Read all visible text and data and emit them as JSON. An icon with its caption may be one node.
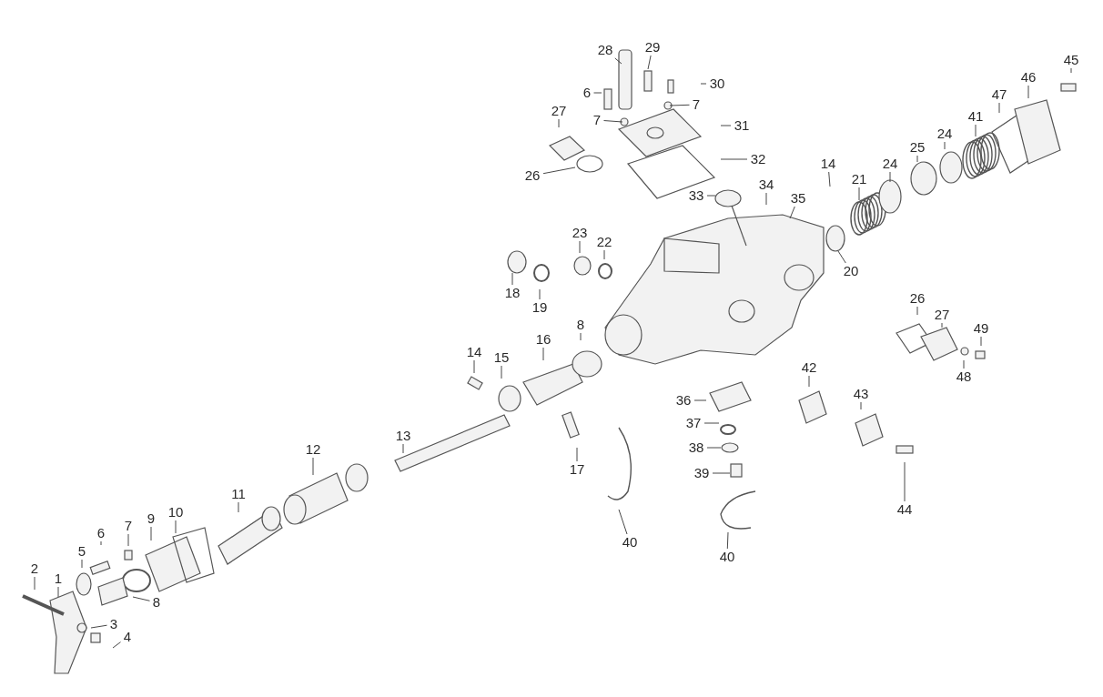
{
  "diagram": {
    "nodes": [
      {
        "text": [
          "28"
        ]
      },
      {
        "text": [
          "29"
        ]
      },
      {
        "text": [
          "30"
        ]
      },
      {
        "text": [
          "6"
        ]
      },
      {
        "text": [
          "7"
        ]
      },
      {
        "text": [
          "7"
        ]
      },
      {
        "text": [
          "27"
        ]
      },
      {
        "text": [
          "31"
        ]
      },
      {
        "text": [
          "26"
        ]
      },
      {
        "text": [
          "32"
        ]
      },
      {
        "text": [
          "45"
        ]
      },
      {
        "text": [
          "46"
        ]
      },
      {
        "text": [
          "47"
        ]
      },
      {
        "text": [
          "41"
        ]
      },
      {
        "text": [
          "24"
        ]
      },
      {
        "text": [
          "25"
        ]
      },
      {
        "text": [
          "24"
        ]
      },
      {
        "text": [
          "21"
        ]
      },
      {
        "text": [
          "14"
        ]
      },
      {
        "text": [
          "33"
        ]
      },
      {
        "text": [
          "34"
        ]
      },
      {
        "text": [
          "35"
        ]
      },
      {
        "text": [
          "20"
        ]
      },
      {
        "text": [
          "23"
        ]
      },
      {
        "text": [
          "22"
        ]
      },
      {
        "text": [
          "18"
        ]
      },
      {
        "text": [
          "19"
        ]
      },
      {
        "text": [
          "26"
        ]
      },
      {
        "text": [
          "27"
        ]
      },
      {
        "text": [
          "49"
        ]
      },
      {
        "text": [
          "48"
        ]
      },
      {
        "text": [
          "8"
        ]
      },
      {
        "text": [
          "14"
        ]
      },
      {
        "text": [
          "15"
        ]
      },
      {
        "text": [
          "16"
        ]
      },
      {
        "text": [
          "42"
        ]
      },
      {
        "text": [
          "43"
        ]
      },
      {
        "text": [
          "36"
        ]
      },
      {
        "text": [
          "37"
        ]
      },
      {
        "text": [
          "38"
        ]
      },
      {
        "text": [
          "39"
        ]
      },
      {
        "text": [
          "13"
        ]
      },
      {
        "text": [
          "17"
        ]
      },
      {
        "text": [
          "40"
        ]
      },
      {
        "text": [
          "40"
        ]
      },
      {
        "text": [
          "44"
        ]
      },
      {
        "text": [
          "12"
        ]
      },
      {
        "text": [
          "11"
        ]
      },
      {
        "text": [
          "10"
        ]
      },
      {
        "text": [
          "9"
        ]
      },
      {
        "text": [
          "7"
        ]
      },
      {
        "text": [
          "6"
        ]
      },
      {
        "text": [
          "5"
        ]
      },
      {
        "text": [
          "8"
        ]
      },
      {
        "text": [
          "2"
        ]
      },
      {
        "text": [
          "1"
        ]
      },
      {
        "text": [
          "3"
        ]
      },
      {
        "text": [
          "4"
        ]
      }
    ],
    "edges": [
      {
        "from": 0,
        "to": null,
        "arrow": "none"
      },
      {
        "from": 1,
        "to": null,
        "arrow": "none"
      },
      {
        "from": 2,
        "to": null,
        "arrow": "none"
      },
      {
        "from": 3,
        "to": null,
        "arrow": "none"
      },
      {
        "from": 4,
        "to": null,
        "arrow": "none"
      },
      {
        "from": 5,
        "to": null,
        "arrow": "none"
      },
      {
        "from": 6,
        "to": null,
        "arrow": "none"
      },
      {
        "from": 7,
        "to": null,
        "arrow": "none"
      },
      {
        "from": 8,
        "to": null,
        "arrow": "none"
      },
      {
        "from": 9,
        "to": null,
        "arrow": "none"
      },
      {
        "from": 10,
        "to": null,
        "arrow": "none"
      },
      {
        "from": 11,
        "to": null,
        "arrow": "none"
      },
      {
        "from": 12,
        "to": null,
        "arrow": "none"
      },
      {
        "from": 13,
        "to": null,
        "arrow": "none"
      },
      {
        "from": 14,
        "to": null,
        "arrow": "none"
      },
      {
        "from": 15,
        "to": null,
        "arrow": "none"
      },
      {
        "from": 16,
        "to": null,
        "arrow": "none"
      },
      {
        "from": 17,
        "to": null,
        "arrow": "none"
      },
      {
        "from": 18,
        "to": null,
        "arrow": "none"
      },
      {
        "from": 19,
        "to": null,
        "arrow": "none"
      },
      {
        "from": 20,
        "to": null,
        "arrow": "none"
      },
      {
        "from": 21,
        "to": null,
        "arrow": "none"
      },
      {
        "from": 22,
        "to": null,
        "arrow": "none"
      },
      {
        "from": 23,
        "to": null,
        "arrow": "none"
      },
      {
        "from": 24,
        "to": null,
        "arrow": "none"
      },
      {
        "from": 25,
        "to": null,
        "arrow": "none"
      },
      {
        "from": 26,
        "to": null,
        "arrow": "none"
      },
      {
        "from": 27,
        "to": null,
        "arrow": "none"
      },
      {
        "from": 28,
        "to": null,
        "arrow": "none"
      },
      {
        "from": 29,
        "to": null,
        "arrow": "none"
      },
      {
        "from": 30,
        "to": null,
        "arrow": "none"
      },
      {
        "from": 31,
        "to": null,
        "arrow": "none"
      },
      {
        "from": 32,
        "to": null,
        "arrow": "none"
      },
      {
        "from": 33,
        "to": null,
        "arrow": "none"
      },
      {
        "from": 34,
        "to": null,
        "arrow": "none"
      },
      {
        "from": 35,
        "to": null,
        "arrow": "none"
      },
      {
        "from": 36,
        "to": null,
        "arrow": "none"
      },
      {
        "from": 37,
        "to": null,
        "arrow": "none"
      },
      {
        "from": 38,
        "to": null,
        "arrow": "none"
      },
      {
        "from": 39,
        "to": null,
        "arrow": "none"
      },
      {
        "from": 40,
        "to": null,
        "arrow": "none"
      },
      {
        "from": 41,
        "to": null,
        "arrow": "none"
      },
      {
        "from": 42,
        "to": null,
        "arrow": "none"
      },
      {
        "from": 43,
        "to": null,
        "arrow": "none"
      },
      {
        "from": 44,
        "to": null,
        "arrow": "none"
      },
      {
        "from": 45,
        "to": null,
        "arrow": "none"
      },
      {
        "from": 46,
        "to": null,
        "arrow": "none"
      },
      {
        "from": 47,
        "to": null,
        "arrow": "none"
      },
      {
        "from": 48,
        "to": null,
        "arrow": "none"
      },
      {
        "from": 49,
        "to": null,
        "arrow": "none"
      },
      {
        "from": 50,
        "to": null,
        "arrow": "none"
      },
      {
        "from": 51,
        "to": null,
        "arrow": "none"
      },
      {
        "from": 52,
        "to": null,
        "arrow": "none"
      },
      {
        "from": 53,
        "to": null,
        "arrow": "none"
      },
      {
        "from": 54,
        "to": null,
        "arrow": "none"
      },
      {
        "from": 55,
        "to": null,
        "arrow": "none"
      },
      {
        "from": 56,
        "to": null,
        "arrow": "none"
      },
      {
        "from": 57,
        "to": null,
        "arrow": "none"
      }
    ]
  }
}
